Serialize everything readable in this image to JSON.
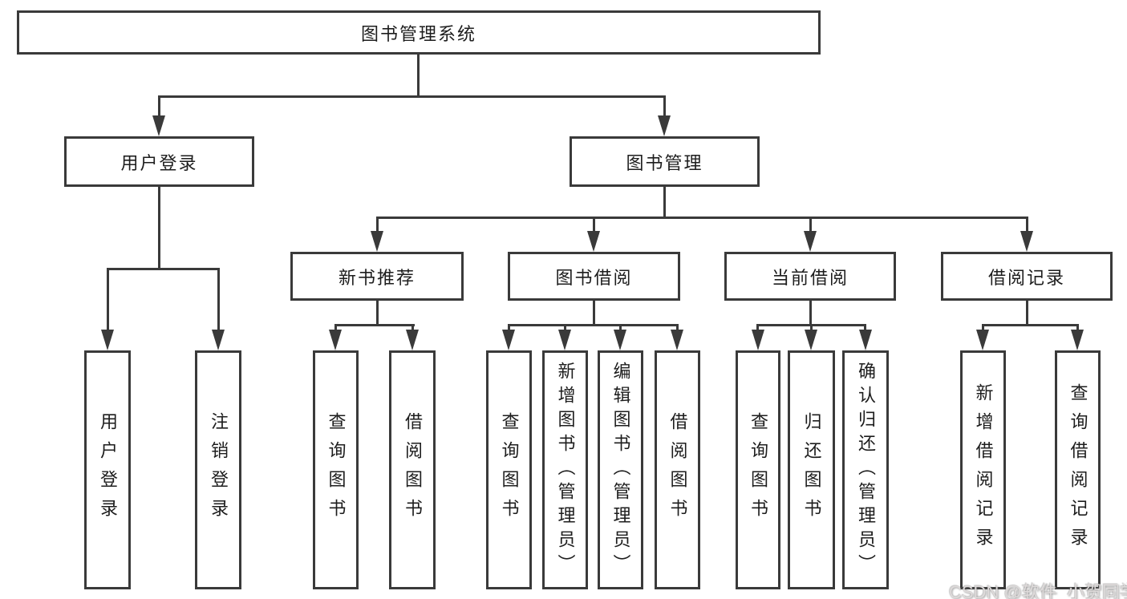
{
  "diagram": {
    "root": {
      "label": "图书管理系统"
    },
    "level2": [
      {
        "label": "用户登录",
        "leaves": [
          {
            "label": "用户登录"
          },
          {
            "label": "注销登录"
          }
        ]
      },
      {
        "label": "图书管理",
        "groups": [
          {
            "label": "新书推荐",
            "leaves": [
              {
                "label": "查询图书"
              },
              {
                "label": "借阅图书"
              }
            ]
          },
          {
            "label": "图书借阅",
            "leaves": [
              {
                "label": "查询图书"
              },
              {
                "label": "新增图书（管理员）"
              },
              {
                "label": "编辑图书（管理员）"
              },
              {
                "label": "借阅图书"
              }
            ]
          },
          {
            "label": "当前借阅",
            "leaves": [
              {
                "label": "查询图书"
              },
              {
                "label": "归还图书"
              },
              {
                "label": "确认归还（管理员）"
              }
            ]
          },
          {
            "label": "借阅记录",
            "leaves": [
              {
                "label": "新增借阅记录"
              },
              {
                "label": "查询借阅记录"
              }
            ]
          }
        ]
      }
    ]
  },
  "watermark": {
    "text": "CSDN @软件_小贺同学"
  },
  "colors": {
    "line": "#3a3a3a",
    "text": "#1d1d1d",
    "background": "#ffffff",
    "watermark": "#dedada"
  }
}
